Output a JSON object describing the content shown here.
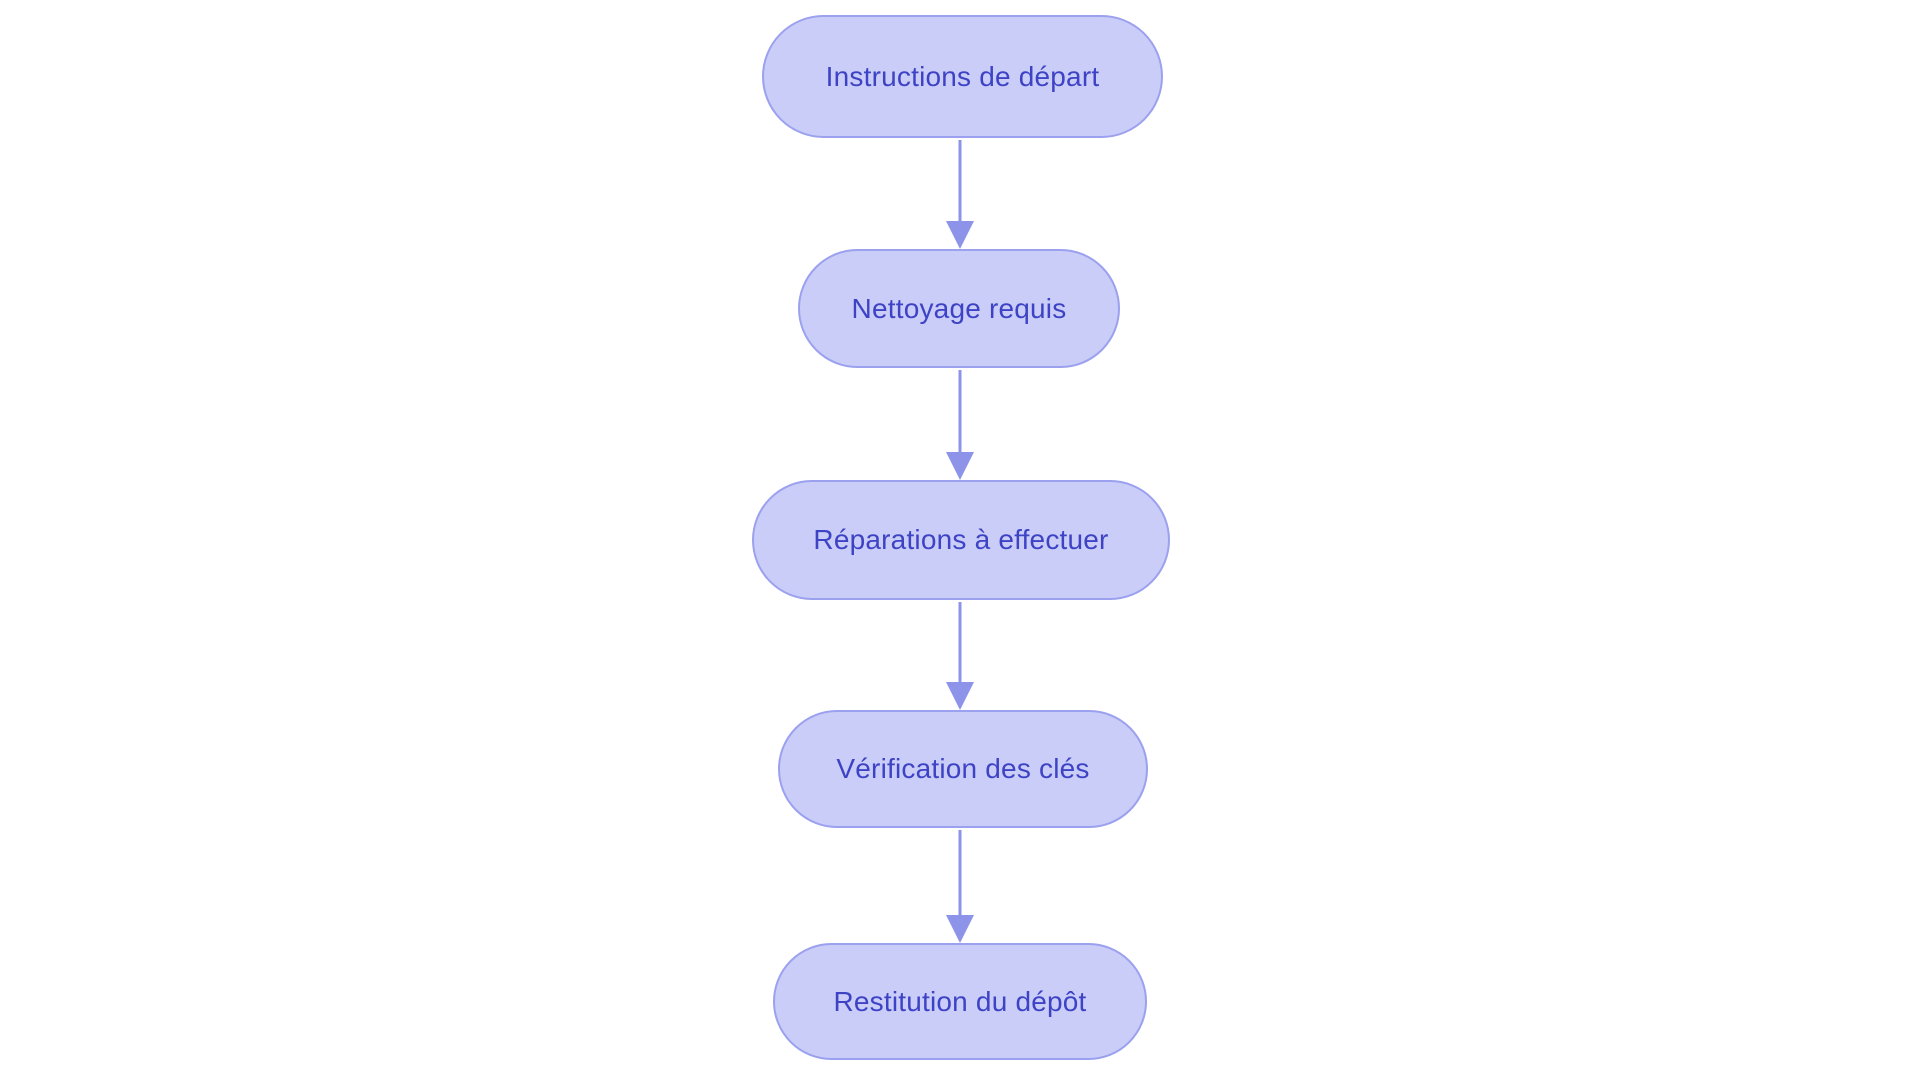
{
  "diagram": {
    "type": "flowchart",
    "direction": "top-down",
    "nodes": [
      {
        "id": "n1",
        "label": "Instructions de départ"
      },
      {
        "id": "n2",
        "label": "Nettoyage requis"
      },
      {
        "id": "n3",
        "label": "Réparations à effectuer"
      },
      {
        "id": "n4",
        "label": "Vérification des clés"
      },
      {
        "id": "n5",
        "label": "Restitution du dépôt"
      }
    ],
    "edges": [
      {
        "from": "n1",
        "to": "n2"
      },
      {
        "from": "n2",
        "to": "n3"
      },
      {
        "from": "n3",
        "to": "n4"
      },
      {
        "from": "n4",
        "to": "n5"
      }
    ]
  },
  "theme": {
    "background": "#ffffff",
    "node_fill": "#c9cdf8",
    "node_border": "#9ba1ee",
    "node_text": "#3d43c4",
    "arrow_color": "#8c93e9"
  }
}
